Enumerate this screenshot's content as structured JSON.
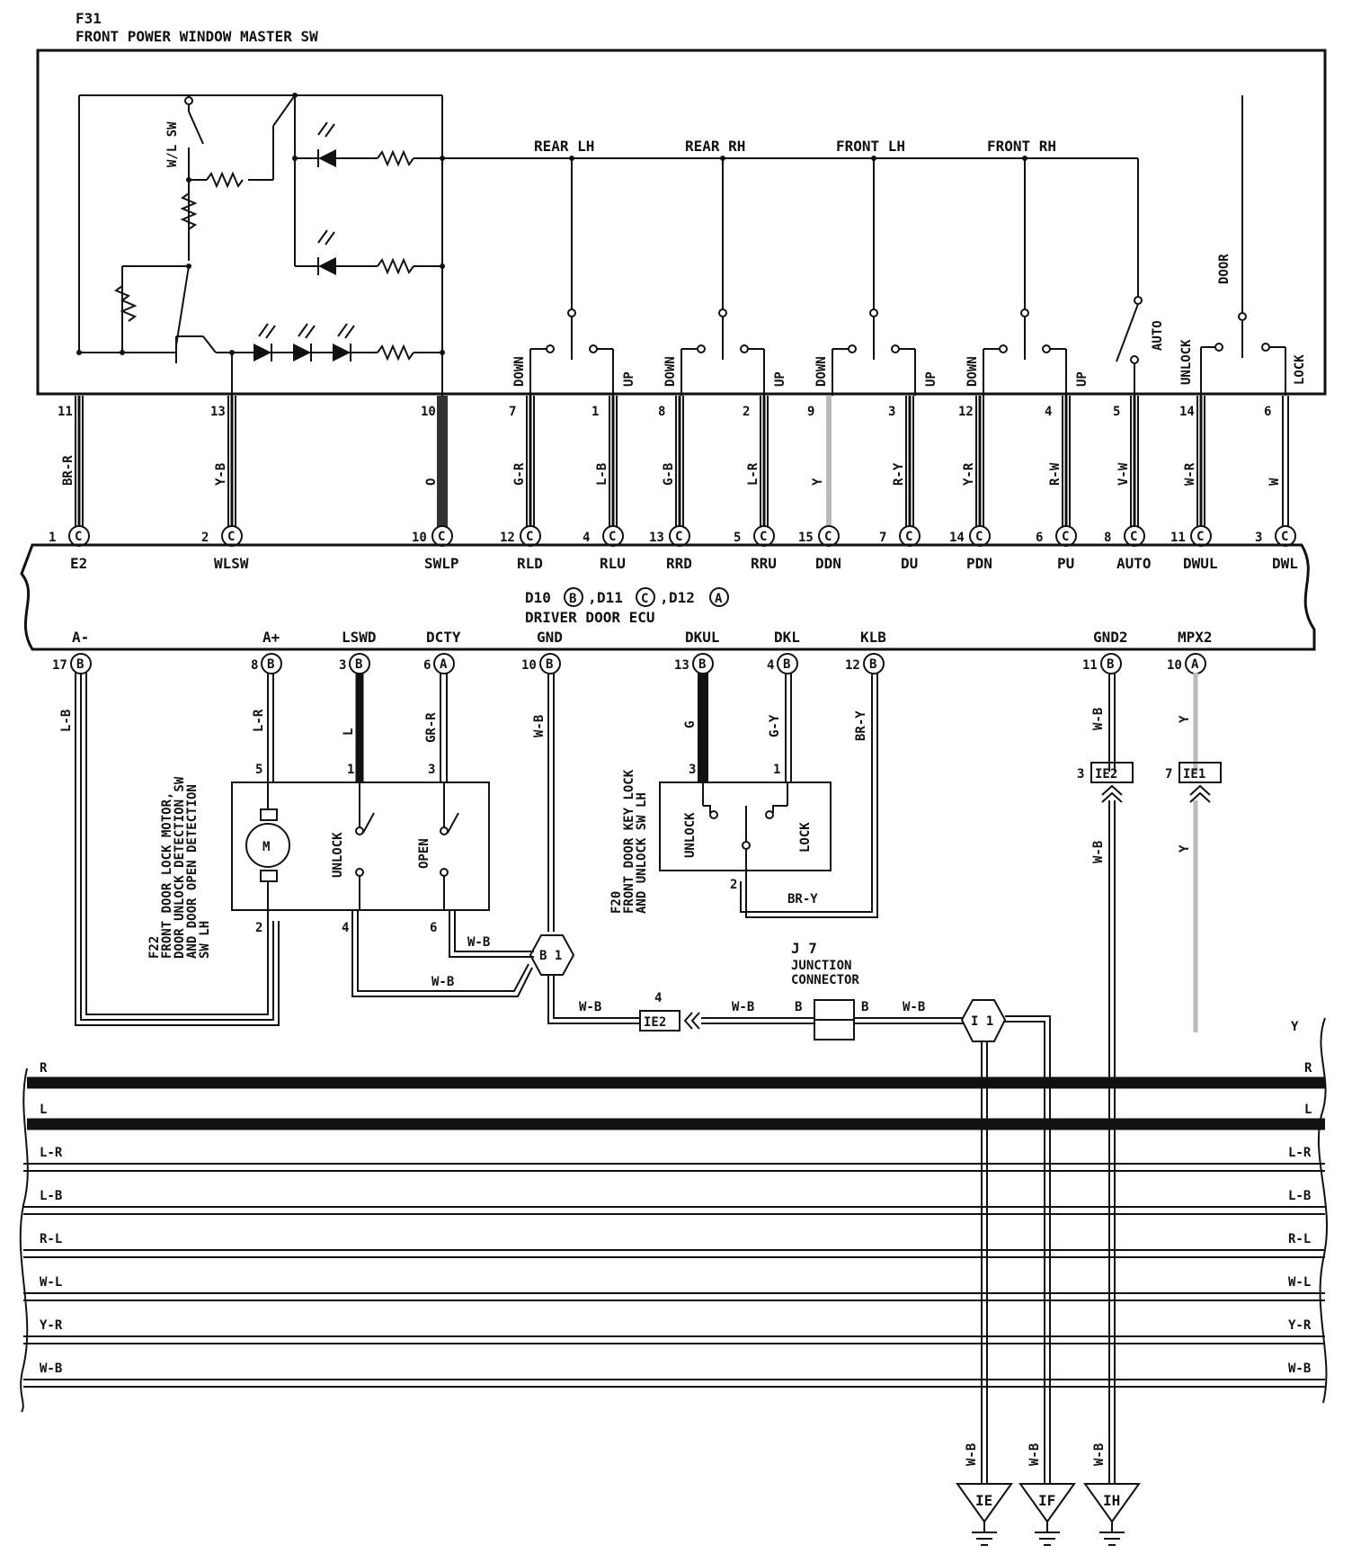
{
  "header": {
    "component_id": "F31",
    "component_name": "FRONT POWER WINDOW MASTER SW"
  },
  "master_switch": {
    "wl_sw_label": "W/L SW",
    "groups": [
      {
        "name": "REAR LH",
        "down": "DOWN",
        "up": "UP"
      },
      {
        "name": "REAR RH",
        "down": "DOWN",
        "up": "UP"
      },
      {
        "name": "FRONT LH",
        "down": "DOWN",
        "up": "UP"
      },
      {
        "name": "FRONT RH",
        "down": "DOWN",
        "up": "UP"
      }
    ],
    "auto_label": "AUTO",
    "door_label": "DOOR",
    "unlock_label": "UNLOCK",
    "lock_label": "LOCK"
  },
  "top_wires": [
    {
      "pin_sw": "11",
      "color": "BR-R",
      "pin_ecu": "1",
      "conn": "C",
      "term": "E2"
    },
    {
      "pin_sw": "13",
      "color": "Y-B",
      "pin_ecu": "2",
      "conn": "C",
      "term": "WLSW"
    },
    {
      "pin_sw": "10",
      "color": "O",
      "pin_ecu": "10",
      "conn": "C",
      "term": "SWLP"
    },
    {
      "pin_sw": "7",
      "color": "G-R",
      "pin_ecu": "12",
      "conn": "C",
      "term": "RLD"
    },
    {
      "pin_sw": "1",
      "color": "L-B",
      "pin_ecu": "4",
      "conn": "C",
      "term": "RLU"
    },
    {
      "pin_sw": "8",
      "color": "G-B",
      "pin_ecu": "13",
      "conn": "C",
      "term": "RRD"
    },
    {
      "pin_sw": "2",
      "color": "L-R",
      "pin_ecu": "5",
      "conn": "C",
      "term": "RRU"
    },
    {
      "pin_sw": "9",
      "color": "Y",
      "pin_ecu": "15",
      "conn": "C",
      "term": "DDN"
    },
    {
      "pin_sw": "3",
      "color": "R-Y",
      "pin_ecu": "7",
      "conn": "C",
      "term": "DU"
    },
    {
      "pin_sw": "12",
      "color": "Y-R",
      "pin_ecu": "14",
      "conn": "C",
      "term": "PDN"
    },
    {
      "pin_sw": "4",
      "color": "R-W",
      "pin_ecu": "6",
      "conn": "C",
      "term": "PU"
    },
    {
      "pin_sw": "5",
      "color": "V-W",
      "pin_ecu": "8",
      "conn": "C",
      "term": "AUTO"
    },
    {
      "pin_sw": "14",
      "color": "W-R",
      "pin_ecu": "11",
      "conn": "C",
      "term": "DWUL"
    },
    {
      "pin_sw": "6",
      "color": "W",
      "pin_ecu": "3",
      "conn": "C",
      "term": "DWL"
    }
  ],
  "ecu": {
    "connectors_prefix": [
      "D10",
      "D11",
      "D12"
    ],
    "connectors_letters": [
      "B",
      "C",
      "A"
    ],
    "name": "DRIVER DOOR ECU"
  },
  "bottom_terms": [
    {
      "term": "A-",
      "pin": "17",
      "conn": "B"
    },
    {
      "term": "A+",
      "pin": "8",
      "conn": "B"
    },
    {
      "term": "LSWD",
      "pin": "3",
      "conn": "B"
    },
    {
      "term": "DCTY",
      "pin": "6",
      "conn": "A"
    },
    {
      "term": "GND",
      "pin": "10",
      "conn": "B"
    },
    {
      "term": "DKUL",
      "pin": "13",
      "conn": "B"
    },
    {
      "term": "DKL",
      "pin": "4",
      "conn": "B"
    },
    {
      "term": "KLB",
      "pin": "12",
      "conn": "B"
    },
    {
      "term": "GND2",
      "pin": "11",
      "conn": "B"
    },
    {
      "term": "MPX2",
      "pin": "10",
      "conn": "A"
    }
  ],
  "lower_wires": {
    "a_minus": "L-B",
    "a_plus": "L-R",
    "lswd": "L",
    "dcty": "GR-R",
    "gnd": "W-B",
    "dkul": "G",
    "dkl": "G-Y",
    "klb": "BR-Y",
    "gnd2": "W-B",
    "mpx2": "Y"
  },
  "f22": {
    "id": "F22",
    "line1": "FRONT DOOR LOCK MOTOR,",
    "line2": "DOOR UNLOCK DETECTION SW",
    "line3": "AND DOOR OPEN DETECTION",
    "line4": "SW LH",
    "pins": [
      "5",
      "1",
      "3",
      "2",
      "4",
      "6"
    ],
    "unlock": "UNLOCK",
    "open": "OPEN",
    "motor": "M"
  },
  "f20": {
    "id": "F20",
    "line1": "FRONT DOOR KEY LOCK",
    "line2": "AND UNLOCK SW LH",
    "pins": [
      "3",
      "1",
      "2"
    ],
    "unlock": "UNLOCK",
    "lock": "LOCK",
    "wire": "BR-Y"
  },
  "junctions": {
    "b1": "B 1",
    "i1": "I 1",
    "j7_id": "J 7",
    "j7_line1": "JUNCTION",
    "j7_line2": "CONNECTOR",
    "j7_in": "B",
    "j7_out": "B",
    "ie2_pin": "4",
    "ie2": "IE2",
    "ie2b_pin": "3",
    "ie2b": "IE2",
    "ie1_pin": "7",
    "ie1": "IE1",
    "wire_wb": "W-B",
    "wire_y": "Y"
  },
  "buses": [
    {
      "left": "R",
      "right": "R"
    },
    {
      "left": "L",
      "right": "L"
    },
    {
      "left": "L-R",
      "right": "L-R"
    },
    {
      "left": "L-B",
      "right": "L-B"
    },
    {
      "left": "R-L",
      "right": "R-L"
    },
    {
      "left": "W-L",
      "right": "W-L"
    },
    {
      "left": "Y-R",
      "right": "Y-R"
    },
    {
      "left": "W-B",
      "right": "W-B"
    }
  ],
  "bus_top_right": "Y",
  "grounds": [
    {
      "label": "IE",
      "wire": "W-B"
    },
    {
      "label": "IF",
      "wire": "W-B"
    },
    {
      "label": "IH",
      "wire": "W-B"
    }
  ]
}
